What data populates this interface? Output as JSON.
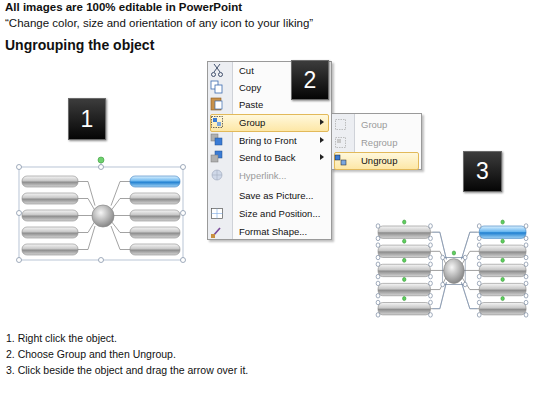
{
  "diagram": {
    "title": "Ungrouping the object",
    "nodes": [
      {
        "text": [
          "1"
        ]
      },
      {
        "text": [
          "Cut",
          "Copy",
          "Paste",
          "Group",
          "Bring to Front",
          "Send to Back",
          "Hyperlink...",
          "Save as Picture...",
          "Size and Position...",
          "Format Shape..."
        ]
      },
      {
        "text": [
          "2"
        ]
      },
      {
        "text": [
          "Group",
          "Regroup",
          "Ungroup"
        ]
      },
      {
        "text": [
          "3"
        ]
      }
    ],
    "labels": [
      "All images are 100% editable in PowerPoint",
      "“Change color, size and orientation of any icon to your liking”",
      "1. Right click the object.",
      "2. Choose Group and then Ungroup.",
      "3. Click beside the object and drag the arrow over it."
    ]
  }
}
